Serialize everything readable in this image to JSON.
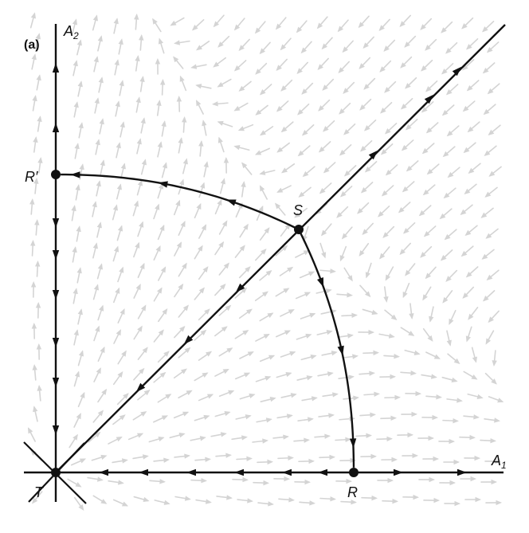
{
  "panel_label": "(a)",
  "axes": {
    "x": {
      "base": "A",
      "sub": "1"
    },
    "y": {
      "base": "A",
      "sub": "2"
    }
  },
  "points": {
    "S": "S",
    "R": "R",
    "R_prime": "R′",
    "T": "T"
  },
  "colors": {
    "flow_field": "#d4d4d4",
    "trajectory": "#111111",
    "background": "#ffffff"
  }
}
